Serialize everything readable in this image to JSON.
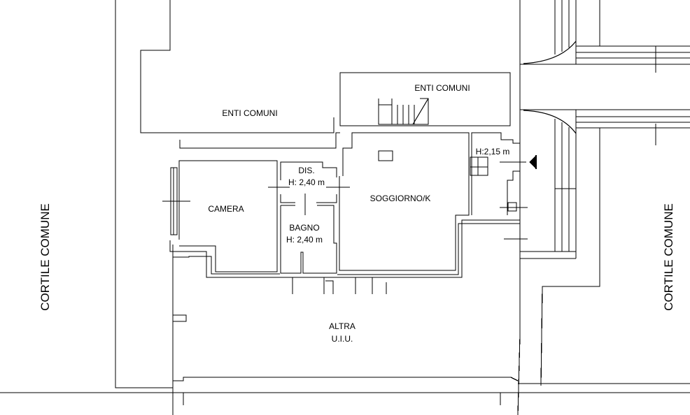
{
  "labels": {
    "common_areas_left": "ENTI COMUNI",
    "common_areas_top": "ENTI COMUNI",
    "hallway": "DIS.",
    "hallway_height": "H: 2,40 m",
    "living_kitchen": "SOGGIORNO/K",
    "bedroom": "CAMERA",
    "bathroom": "BAGNO",
    "bathroom_height": "H: 2,40 m",
    "stair_height": "H:2,15 m",
    "other_unit_line1": "ALTRA",
    "other_unit_line2": "U.I.U.",
    "courtyard_left": "CORTILE COMUNE",
    "courtyard_right": "CORTILE COMUNE"
  },
  "colors": {
    "line": "#000000",
    "background": "#ffffff"
  }
}
